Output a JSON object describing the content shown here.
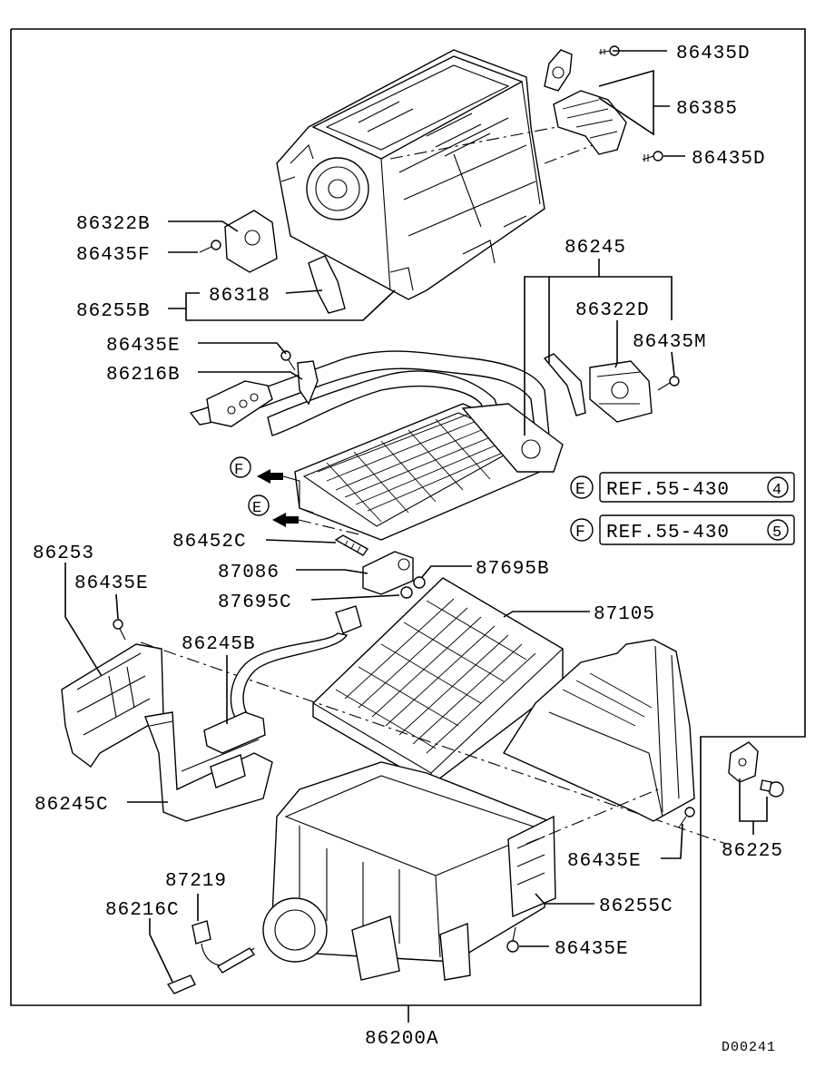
{
  "diagram_id": "D00241",
  "assembly_label": "86200A",
  "labels": {
    "p86435D_top": "86435D",
    "p86385": "86385",
    "p86435D_bot": "86435D",
    "p86322B": "86322B",
    "p86435F": "86435F",
    "p86245": "86245",
    "p86318": "86318",
    "p86255B": "86255B",
    "p86322D": "86322D",
    "p86435M": "86435M",
    "p86435E_a": "86435E",
    "p86216B": "86216B",
    "p86452C": "86452C",
    "p86253": "86253",
    "p86435E_b": "86435E",
    "p87086": "87086",
    "p87695B": "87695B",
    "p87695C": "87695C",
    "p87105": "87105",
    "p86245B": "86245B",
    "p86245C": "86245C",
    "p86225": "86225",
    "p86435E_c": "86435E",
    "p87219": "87219",
    "p86216C": "86216C",
    "p86255C": "86255C",
    "p86435E_d": "86435E"
  },
  "references": {
    "e_marker": "E",
    "e_text": "REF.55-430",
    "e_num": "4",
    "f_marker": "F",
    "f_text": "REF.55-430",
    "f_num": "5"
  },
  "arrow_markers": {
    "f": "F",
    "e": "E"
  }
}
